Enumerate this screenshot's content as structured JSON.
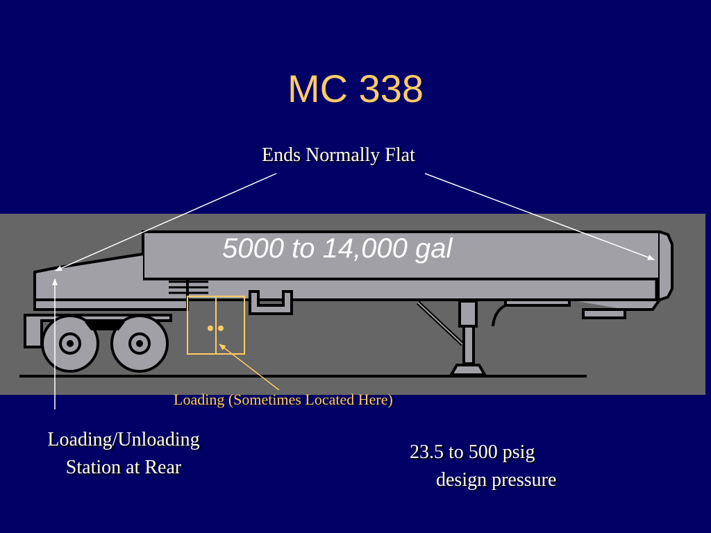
{
  "slide": {
    "title": "MC 338",
    "background_color": "#000066",
    "title_color": "#FFCC66",
    "diagram_panel_color": "#666666"
  },
  "labels": {
    "ends": "Ends Normally Flat",
    "capacity": "5000 to 14,000 gal",
    "loading_mid": "Loading (Sometimes Located Here)",
    "rear_station_line1": "Loading/Unloading",
    "rear_station_line2": "Station at Rear",
    "pressure_line1": "23.5 to 500 psig",
    "pressure_line2": "design pressure"
  },
  "diagram": {
    "subject": "cargo-tank-trailer",
    "arrows": [
      {
        "from": "ends-label",
        "to": "rear-tank-end",
        "color": "#FFFFFF"
      },
      {
        "from": "ends-label",
        "to": "front-tank-end",
        "color": "#FFFFFF"
      },
      {
        "from": "rear-station-label",
        "to": "rear-station",
        "color": "#FFFFFF"
      },
      {
        "from": "loading-mid-label",
        "to": "mid-loading-cabinet",
        "color": "#FFCC66"
      }
    ]
  }
}
